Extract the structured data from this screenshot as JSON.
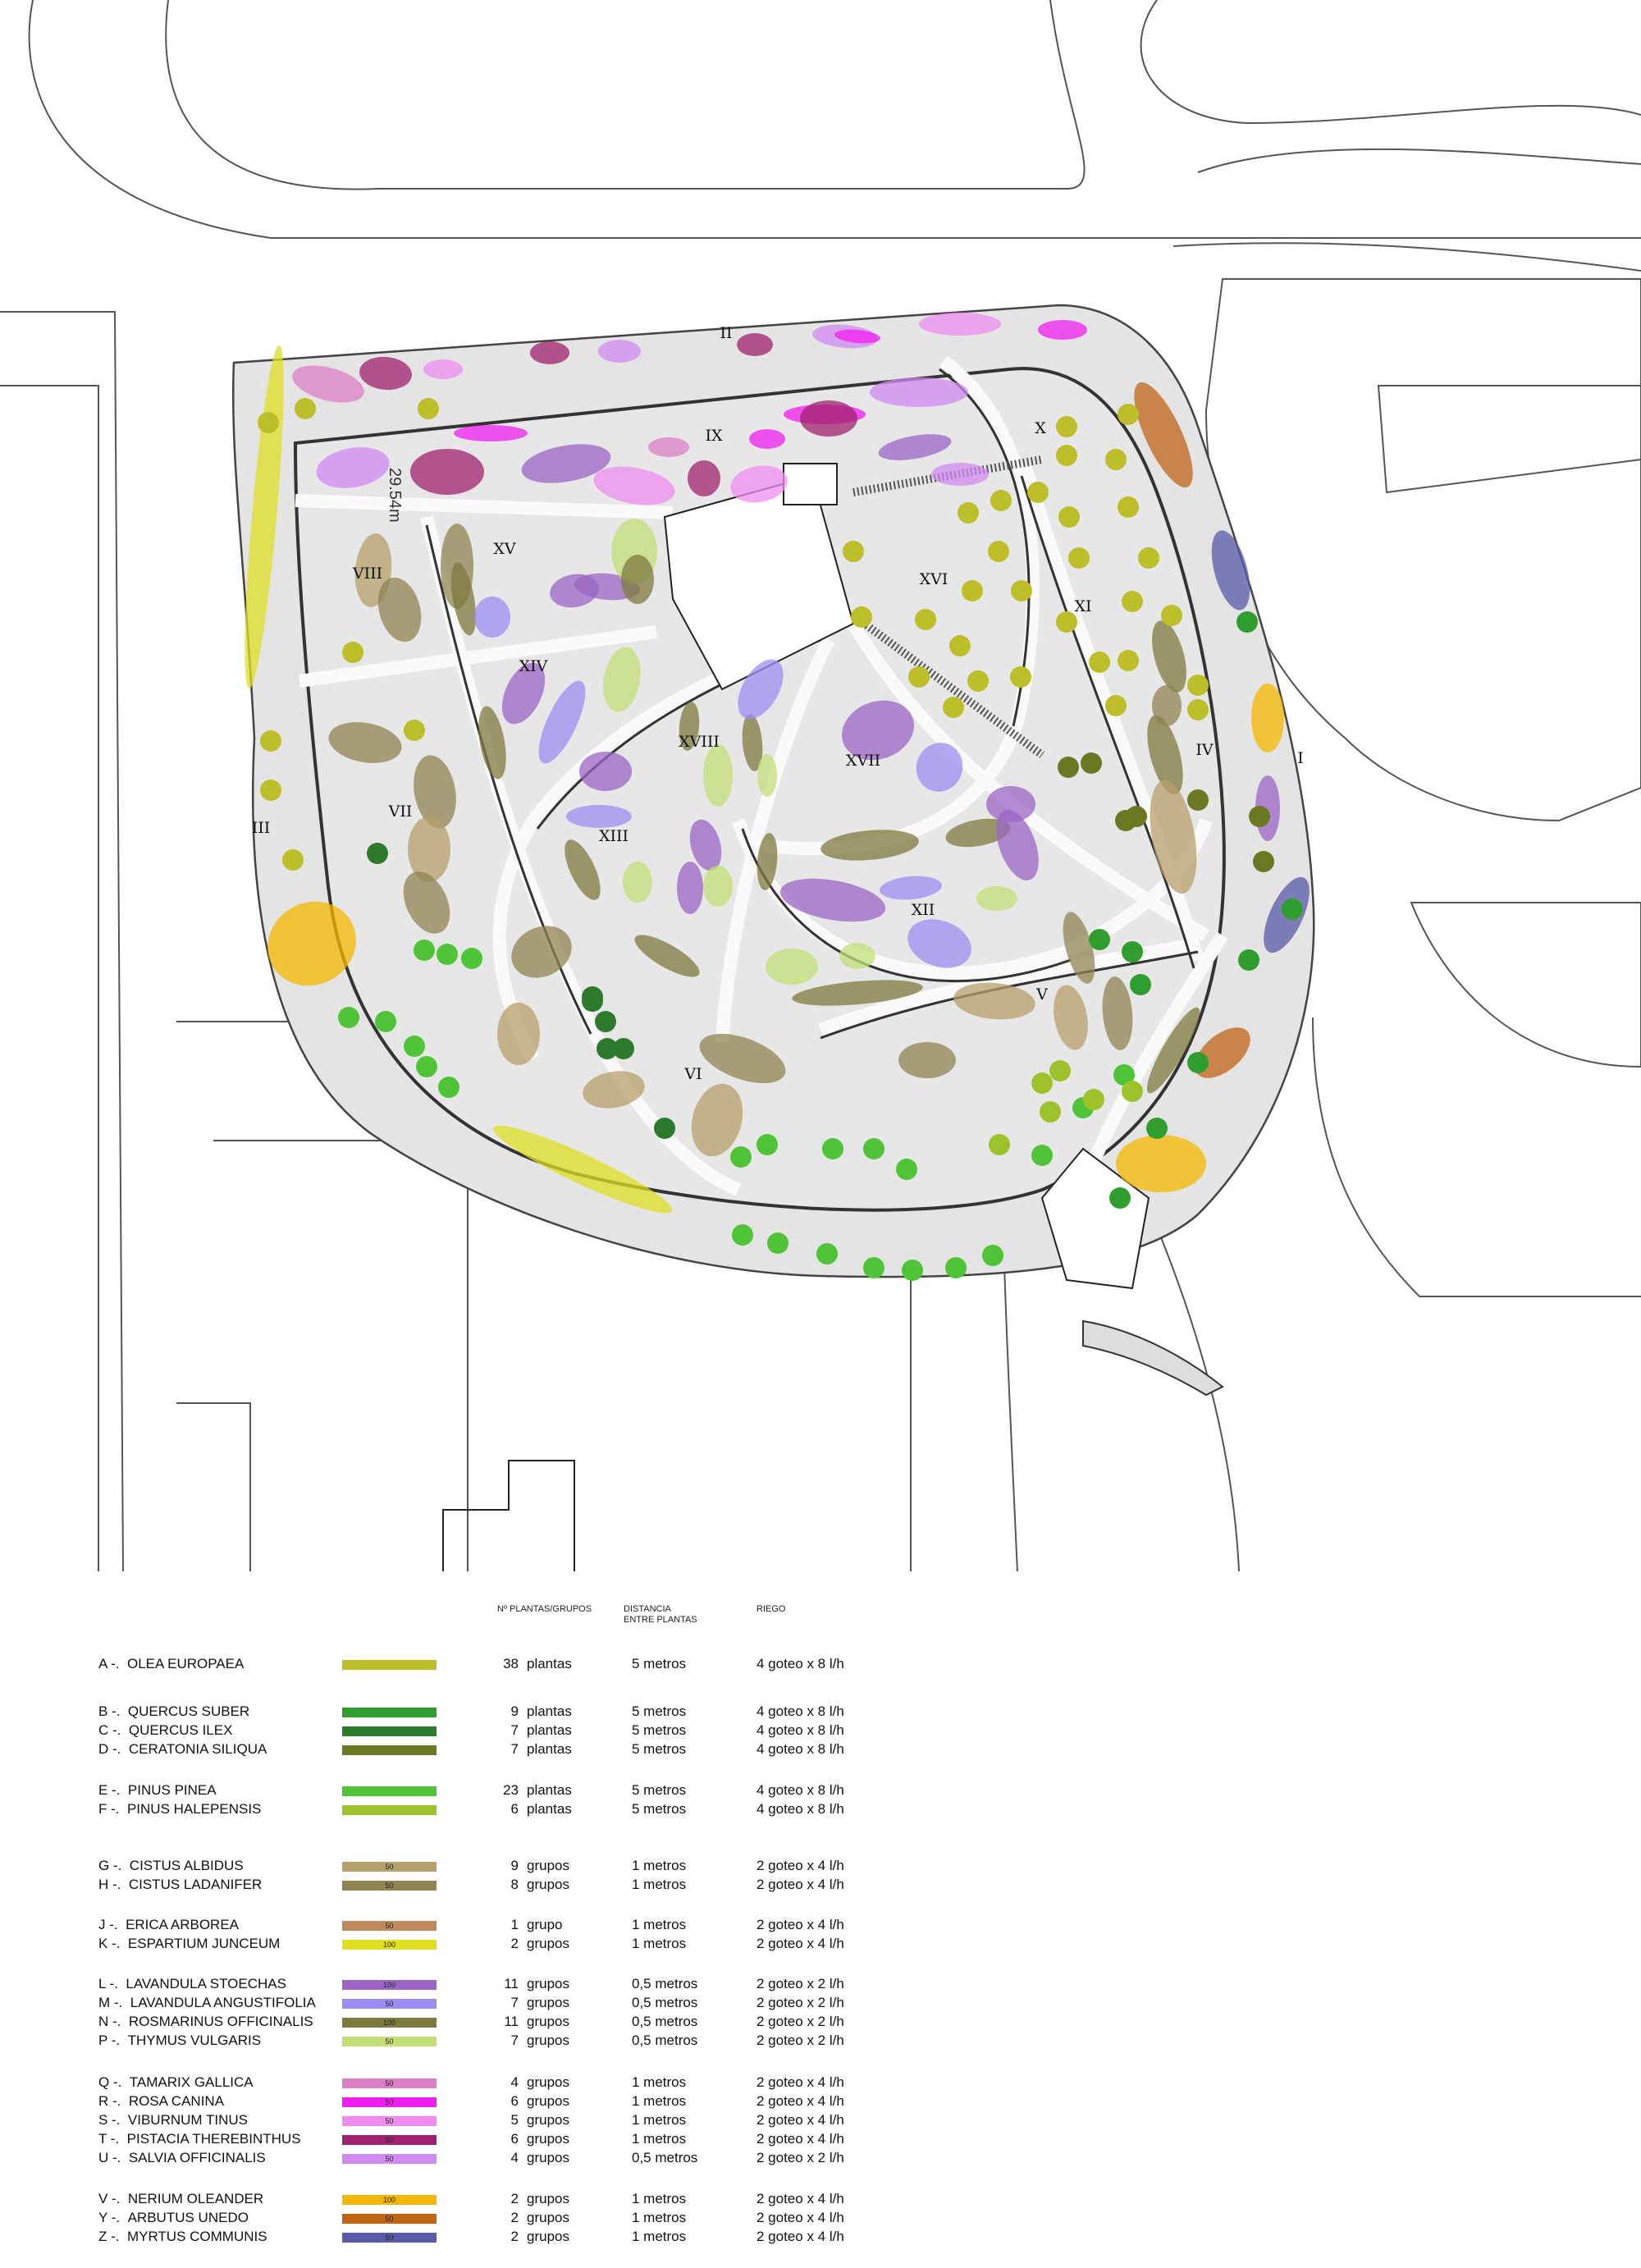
{
  "plan": {
    "sectors": [
      "I",
      "II",
      "III",
      "IV",
      "V",
      "VI",
      "VII",
      "VIII",
      "IX",
      "X",
      "XI",
      "XII",
      "XIII",
      "XIV",
      "XV",
      "XVI",
      "XVII",
      "XVIII"
    ],
    "elevation_label": "29.54m",
    "colors": {
      "path": "#e2e2e2",
      "bed": "#e6e6e6",
      "line": "#444444"
    }
  },
  "legend": {
    "headers": {
      "count": "Nº PLANTAS/GRUPOS",
      "distance": "DISTANCIA\nENTRE PLANTAS",
      "irrigation": "RIEGO"
    },
    "rows": [
      {
        "code": "A -.",
        "name": "OLEA EUROPAEA",
        "color": "#bdbf2a",
        "swatch_label": "",
        "count": "38",
        "unit": "plantas",
        "distance": "5 metros",
        "irrigation": "4 goteo x 8 l/h"
      },
      {
        "code": "B -.",
        "name": "QUERCUS SUBER",
        "color": "#2f9e2f",
        "swatch_label": "",
        "count": "9",
        "unit": "plantas",
        "distance": "5 metros",
        "irrigation": "4 goteo x 8 l/h"
      },
      {
        "code": "C -.",
        "name": "QUERCUS ILEX",
        "color": "#2d7a2d",
        "swatch_label": "",
        "count": "7",
        "unit": "plantas",
        "distance": "5 metros",
        "irrigation": "4 goteo x 8 l/h"
      },
      {
        "code": "D -.",
        "name": "CERATONIA SILIQUA",
        "color": "#6b7a22",
        "swatch_label": "",
        "count": "7",
        "unit": "plantas",
        "distance": "5 metros",
        "irrigation": "4 goteo x 8 l/h"
      },
      {
        "code": "E -.",
        "name": "PINUS PINEA",
        "color": "#4fc437",
        "swatch_label": "",
        "count": "23",
        "unit": "plantas",
        "distance": "5 metros",
        "irrigation": "4 goteo x 8 l/h"
      },
      {
        "code": "F -.",
        "name": "PINUS HALEPENSIS",
        "color": "#9ec22c",
        "swatch_label": "",
        "count": "6",
        "unit": "plantas",
        "distance": "5 metros",
        "irrigation": "4 goteo x 8 l/h"
      },
      {
        "code": "G -.",
        "name": "CISTUS ALBIDUS",
        "color": "#b59f6a",
        "swatch_label": "50",
        "count": "9",
        "unit": "grupos",
        "distance": "1 metros",
        "irrigation": "2 goteo x 4 l/h"
      },
      {
        "code": "H -.",
        "name": "CISTUS LADANIFER",
        "color": "#8f8452",
        "swatch_label": "50",
        "count": "8",
        "unit": "grupos",
        "distance": "1 metros",
        "irrigation": "2 goteo x 4 l/h"
      },
      {
        "code": "J -.",
        "name": "ERICA ARBOREA",
        "color": "#c08a5c",
        "swatch_label": "50",
        "count": "1",
        "unit": "grupo",
        "distance": "1 metros",
        "irrigation": "2 goteo x 4 l/h"
      },
      {
        "code": "K -.",
        "name": "ESPARTIUM JUNCEUM",
        "color": "#dfe021",
        "swatch_label": "100",
        "count": "2",
        "unit": "grupos",
        "distance": "1 metros",
        "irrigation": "2 goteo x 4 l/h"
      },
      {
        "code": "L -.",
        "name": "LAVANDULA STOECHAS",
        "color": "#9a65c4",
        "swatch_label": "100",
        "count": "11",
        "unit": "grupos",
        "distance": "0,5 metros",
        "irrigation": "2 goteo x 2 l/h"
      },
      {
        "code": "M -.",
        "name": "LAVANDULA ANGUSTIFOLIA",
        "color": "#9d8cf2",
        "swatch_label": "50",
        "count": "7",
        "unit": "grupos",
        "distance": "0,5 metros",
        "irrigation": "2 goteo x 2 l/h"
      },
      {
        "code": "N -.",
        "name": "ROSMARINUS OFFICINALIS",
        "color": "#7d7a3e",
        "swatch_label": "100",
        "count": "11",
        "unit": "grupos",
        "distance": "0,5 metros",
        "irrigation": "2 goteo x 2 l/h"
      },
      {
        "code": "P -.",
        "name": "THYMUS VULGARIS",
        "color": "#c4df78",
        "swatch_label": "50",
        "count": "7",
        "unit": "grupos",
        "distance": "0,5 metros",
        "irrigation": "2 goteo x 2 l/h"
      },
      {
        "code": "Q -.",
        "name": "TAMARIX GALLICA",
        "color": "#dd7fc5",
        "swatch_label": "50",
        "count": "4",
        "unit": "grupos",
        "distance": "1 metros",
        "irrigation": "2 goteo x 4 l/h"
      },
      {
        "code": "R -.",
        "name": "ROSA CANINA",
        "color": "#f01ef0",
        "swatch_label": "50",
        "count": "6",
        "unit": "grupos",
        "distance": "1 metros",
        "irrigation": "2 goteo x 4 l/h"
      },
      {
        "code": "S -.",
        "name": "VIBURNUM TINUS",
        "color": "#f08cf0",
        "swatch_label": "50",
        "count": "5",
        "unit": "grupos",
        "distance": "1 metros",
        "irrigation": "2 goteo x 4 l/h"
      },
      {
        "code": "T -.",
        "name": "PISTACIA THEREBINTHUS",
        "color": "#a0226e",
        "swatch_label": "50",
        "count": "6",
        "unit": "grupos",
        "distance": "1 metros",
        "irrigation": "2 goteo x 4 l/h"
      },
      {
        "code": "U -.",
        "name": "SALVIA OFFICINALIS",
        "color": "#d08af0",
        "swatch_label": "50",
        "count": "4",
        "unit": "grupos",
        "distance": "0,5 metros",
        "irrigation": "2 goteo x 2 l/h"
      },
      {
        "code": "V -.",
        "name": "NERIUM OLEANDER",
        "color": "#f5b800",
        "swatch_label": "100",
        "count": "2",
        "unit": "grupos",
        "distance": "1 metros",
        "irrigation": "2 goteo x 4 l/h"
      },
      {
        "code": "Y -.",
        "name": "ARBUTUS UNEDO",
        "color": "#c26415",
        "swatch_label": "50",
        "count": "2",
        "unit": "grupos",
        "distance": "1 metros",
        "irrigation": "2 goteo x 4 l/h"
      },
      {
        "code": "Z -.",
        "name": "MYRTUS COMMUNIS",
        "color": "#5a5aa8",
        "swatch_label": "50",
        "count": "2",
        "unit": "grupos",
        "distance": "1 metros",
        "irrigation": "2 goteo x 4 l/h"
      }
    ]
  }
}
